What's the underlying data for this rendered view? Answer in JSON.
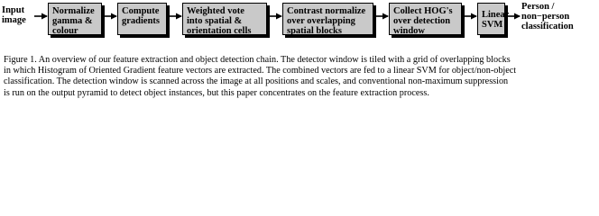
{
  "diagram": {
    "input_label": "Input\nimage",
    "output_label": "Person /\nnon−person\nclassification",
    "steps": [
      "Normalize\ngamma &\ncolour",
      "Compute\ngradients",
      "Weighted vote\ninto spatial &\norientation cells",
      "Contrast normalize\nover overlapping\nspatial blocks",
      "Collect HOG's\nover detection\nwindow",
      "Linear\nSVM"
    ]
  },
  "caption": {
    "lines": [
      "Figure 1. An overview of our feature extraction and object detection chain. The detector window is tiled with a grid of overlapping blocks",
      "in which Histogram of Oriented Gradient feature vectors are extracted. The combined vectors are fed to a linear SVM for object/non-object",
      "classification. The detection window is scanned across the image at all positions and scales, and conventional non-maximum suppression",
      "is run on the output pyramid to detect object instances, but this paper concentrates on the feature extraction process."
    ]
  }
}
